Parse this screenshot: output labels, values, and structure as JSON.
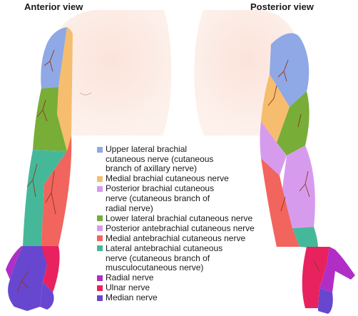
{
  "titles": {
    "anterior": "Anterior view",
    "posterior": "Posterior view"
  },
  "legend": [
    {
      "label": "Upper lateral brachial cutaneous nerve (cutaneous branch of axillary nerve)",
      "lines": [
        "Upper lateral brachial",
        "cutaneous nerve (cutaneous",
        "branch of axillary nerve)"
      ],
      "color": "#8fa8e6"
    },
    {
      "label": "Medial brachial cutaneous nerve",
      "lines": [
        "Medial brachial cutaneous nerve"
      ],
      "color": "#f6bd6e"
    },
    {
      "label": "Posterior brachial cutaneous nerve (cutaneous branch of radial nerve)",
      "lines": [
        "Posterior brachial cutaneous",
        "nerve (cutaneous branch of",
        "radial nerve)"
      ],
      "color": "#d79bee"
    },
    {
      "label": "Lower lateral brachial cutaneous nerve",
      "lines": [
        "Lower lateral brachial cutaneous nerve"
      ],
      "color": "#78ad38"
    },
    {
      "label": "Posterior antebrachial cutaneous nerve",
      "lines": [
        "Posterior antebrachial cutaneous nerve"
      ],
      "color": "#d79bee"
    },
    {
      "label": "Medial antebrachial cutaneous nerve",
      "lines": [
        "Medial antebrachial cutaneous nerve"
      ],
      "color": "#f2645e"
    },
    {
      "label": "Lateral antebrachial cutaneous nerve (cutaneous branch of musculocutaneous nerve)",
      "lines": [
        "Lateral antebrachial cutaneous",
        "nerve (cutaneous branch of",
        "musculocutaneous nerve)"
      ],
      "color": "#46b89a"
    },
    {
      "label": "Radial nerve",
      "lines": [
        "Radial nerve"
      ],
      "color": "#b02ec6"
    },
    {
      "label": "Ulnar nerve",
      "lines": [
        "Ulnar nerve"
      ],
      "color": "#e8225f"
    },
    {
      "label": "Median nerve",
      "lines": [
        "Median nerve"
      ],
      "color": "#6747cf"
    }
  ]
}
